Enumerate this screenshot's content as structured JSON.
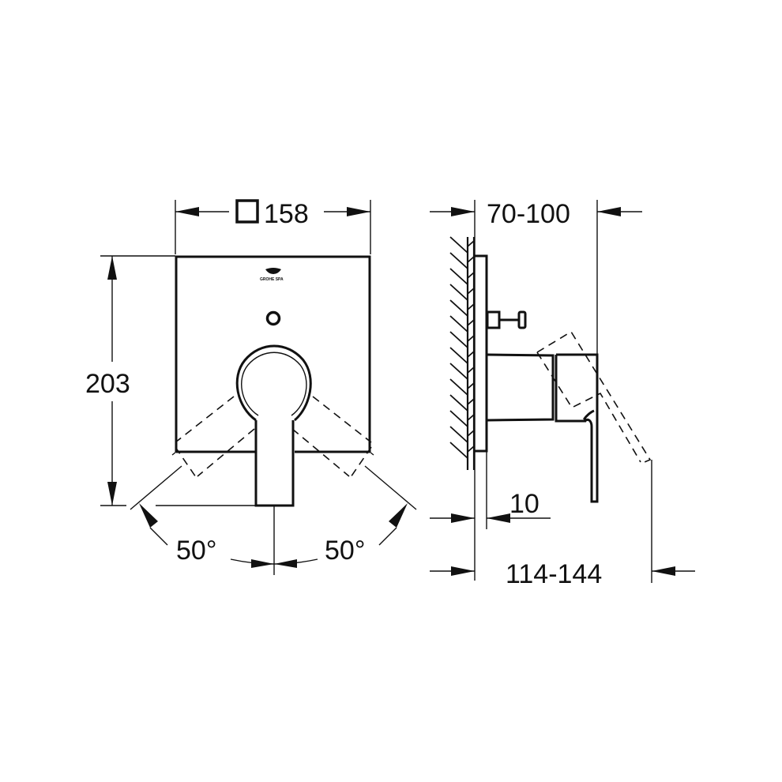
{
  "drawing": {
    "front_view": {
      "width_dim": {
        "symbol": "square",
        "value": "158"
      },
      "height_dim": {
        "value": "203"
      },
      "angle_left": {
        "value": "50°"
      },
      "angle_right": {
        "value": "50°"
      },
      "logo_text": "GROHE SPA"
    },
    "side_view": {
      "projection_dim": {
        "value": "70-100"
      },
      "wall_gap_dim": {
        "value": "10"
      },
      "total_projection_dim": {
        "value": "114-144"
      }
    },
    "colors": {
      "line": "#111111",
      "background": "#ffffff"
    }
  }
}
